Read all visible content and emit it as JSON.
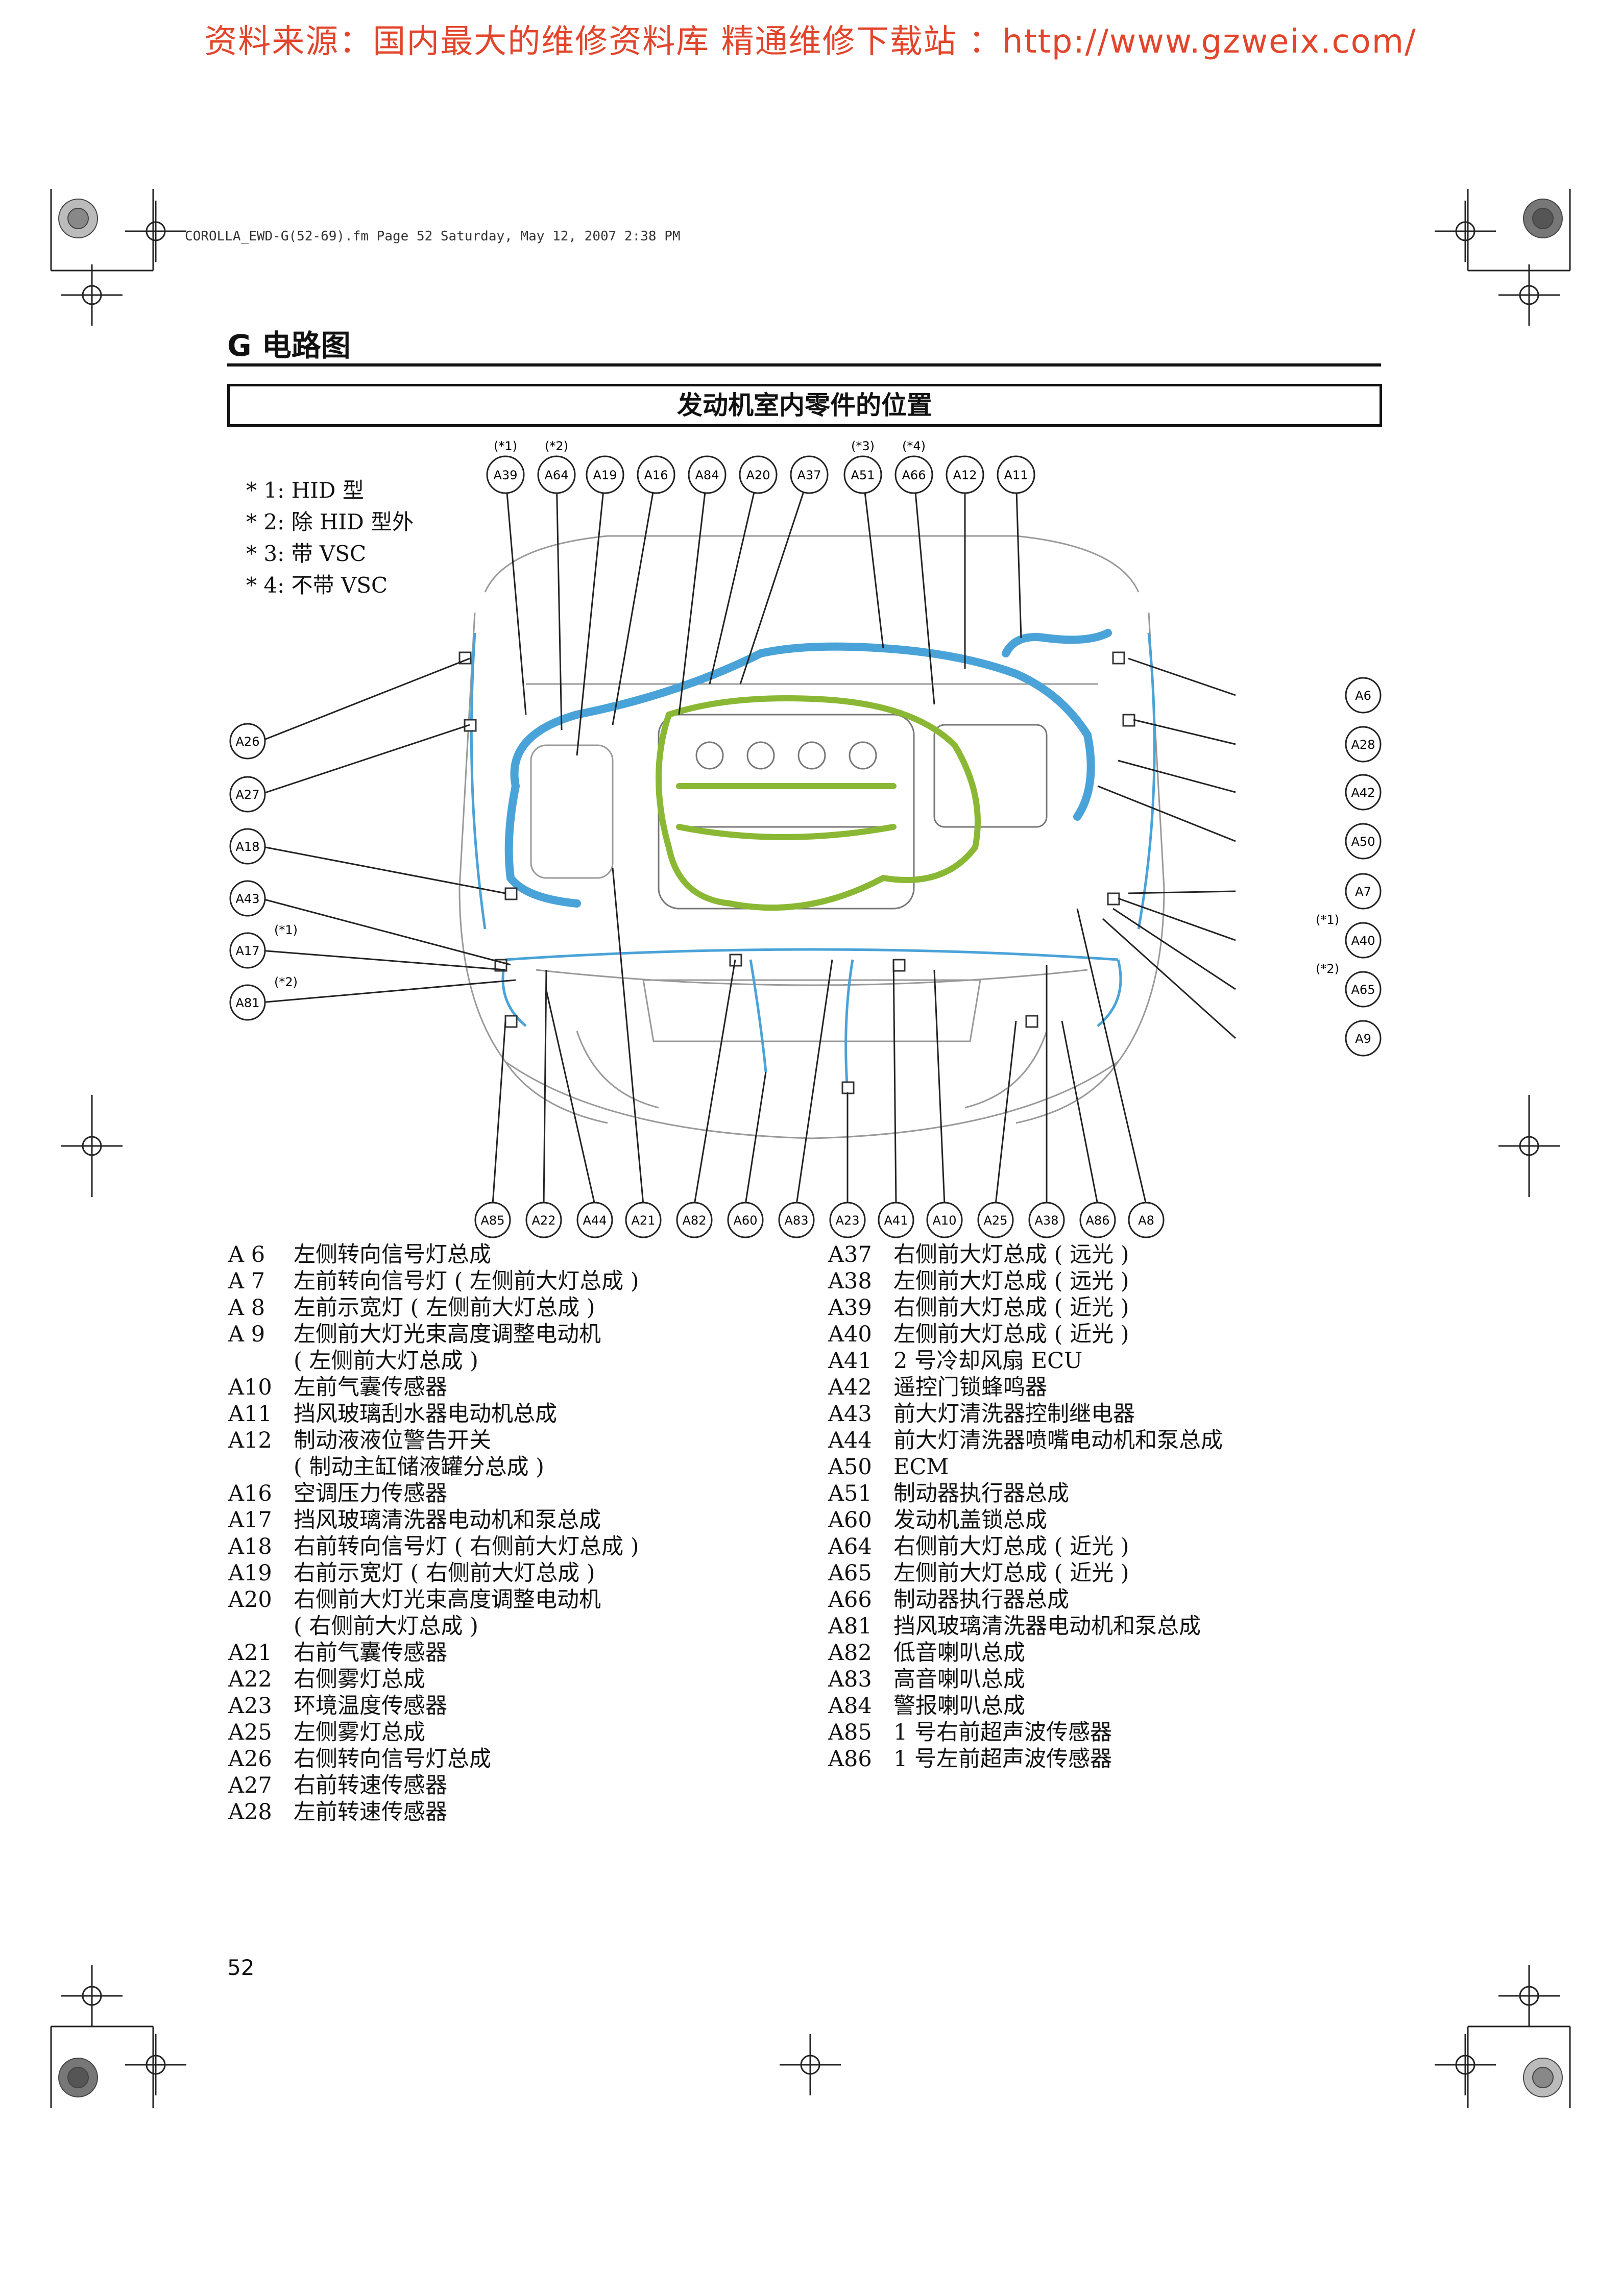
{
  "watermark": "资料来源：国内最大的维修资料库 精通维修下载站 ：http://www.gzweix.com/",
  "file_info": "COROLLA_EWD-G(52-69).fm  Page 52  Saturday, May 12, 2007  2:38 PM",
  "section_title": "G  电路图",
  "subheading": "发动机室内零件的位置",
  "notes": [
    "* 1: HID 型",
    "* 2: 除 HID 型外",
    "* 3: 带 VSC",
    "* 4: 不带 VSC"
  ],
  "callouts": {
    "top": [
      "A39",
      "A64",
      "A19",
      "A16",
      "A84",
      "A20",
      "A37",
      "A51",
      "A66",
      "A12",
      "A11"
    ],
    "top_marks": [
      "(*1)",
      "(*2)",
      "(*3)",
      "(*4)"
    ],
    "left": [
      "A26",
      "A27",
      "A18",
      "A43",
      "A17",
      "A81"
    ],
    "left_marks": [
      "(*1)",
      "(*2)"
    ],
    "right": [
      "A6",
      "A28",
      "A42",
      "A50",
      "A7",
      "A40",
      "A65",
      "A9"
    ],
    "right_marks": [
      "(*1)",
      "(*2)"
    ],
    "bottom": [
      "A85",
      "A22",
      "A44",
      "A21",
      "A82",
      "A60",
      "A83",
      "A23",
      "A41",
      "A10",
      "A25",
      "A38",
      "A86",
      "A8"
    ]
  },
  "legend_left": [
    {
      "code": "A 6",
      "desc": "左侧转向信号灯总成"
    },
    {
      "code": "A 7",
      "desc": "左前转向信号灯 ( 左侧前大灯总成 )"
    },
    {
      "code": "A 8",
      "desc": "左前示宽灯 ( 左侧前大灯总成 )"
    },
    {
      "code": "A 9",
      "desc": "左侧前大灯光束高度调整电动机"
    },
    {
      "code": "",
      "desc": "( 左侧前大灯总成 )"
    },
    {
      "code": "A10",
      "desc": "左前气囊传感器"
    },
    {
      "code": "A11",
      "desc": "挡风玻璃刮水器电动机总成"
    },
    {
      "code": "A12",
      "desc": "制动液液位警告开关"
    },
    {
      "code": "",
      "desc": "( 制动主缸储液罐分总成 )"
    },
    {
      "code": "A16",
      "desc": "空调压力传感器"
    },
    {
      "code": "A17",
      "desc": "挡风玻璃清洗器电动机和泵总成"
    },
    {
      "code": "A18",
      "desc": "右前转向信号灯 ( 右侧前大灯总成 )"
    },
    {
      "code": "A19",
      "desc": "右前示宽灯 ( 右侧前大灯总成 )"
    },
    {
      "code": "A20",
      "desc": "右侧前大灯光束高度调整电动机"
    },
    {
      "code": "",
      "desc": "( 右侧前大灯总成 )"
    },
    {
      "code": "A21",
      "desc": "右前气囊传感器"
    },
    {
      "code": "A22",
      "desc": "右侧雾灯总成"
    },
    {
      "code": "A23",
      "desc": "环境温度传感器"
    },
    {
      "code": "A25",
      "desc": "左侧雾灯总成"
    },
    {
      "code": "A26",
      "desc": "右侧转向信号灯总成"
    },
    {
      "code": "A27",
      "desc": "右前转速传感器"
    },
    {
      "code": "A28",
      "desc": "左前转速传感器"
    }
  ],
  "legend_right": [
    {
      "code": "A37",
      "desc": "右侧前大灯总成 ( 远光 )"
    },
    {
      "code": "A38",
      "desc": "左侧前大灯总成 ( 远光 )"
    },
    {
      "code": "A39",
      "desc": "右侧前大灯总成 ( 近光 )"
    },
    {
      "code": "A40",
      "desc": "左侧前大灯总成 ( 近光 )"
    },
    {
      "code": "A41",
      "desc": "2 号冷却风扇 ECU"
    },
    {
      "code": "A42",
      "desc": "遥控门锁蜂鸣器"
    },
    {
      "code": "A43",
      "desc": "前大灯清洗器控制继电器"
    },
    {
      "code": "A44",
      "desc": "前大灯清洗器喷嘴电动机和泵总成"
    },
    {
      "code": "A50",
      "desc": "ECM"
    },
    {
      "code": "A51",
      "desc": "制动器执行器总成"
    },
    {
      "code": "A60",
      "desc": "发动机盖锁总成"
    },
    {
      "code": "A64",
      "desc": "右侧前大灯总成 ( 近光 )"
    },
    {
      "code": "A65",
      "desc": "左侧前大灯总成 ( 近光 )"
    },
    {
      "code": "A66",
      "desc": "制动器执行器总成"
    },
    {
      "code": "A81",
      "desc": "挡风玻璃清洗器电动机和泵总成"
    },
    {
      "code": "A82",
      "desc": "低音喇叭总成"
    },
    {
      "code": "A83",
      "desc": "高音喇叭总成"
    },
    {
      "code": "A84",
      "desc": "警报喇叭总成"
    },
    {
      "code": "A85",
      "desc": "1 号右前超声波传感器"
    },
    {
      "code": "A86",
      "desc": "1 号左前超声波传感器"
    }
  ],
  "page_number": "52",
  "colors": {
    "watermark": "#e2452b",
    "harness_blue": "#4aa3d8",
    "harness_green": "#8ab834"
  }
}
